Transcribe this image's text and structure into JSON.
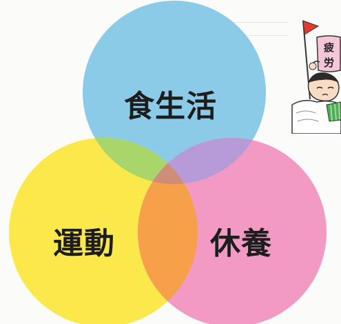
{
  "venn": {
    "top_label": "食生活",
    "left_label": "運動",
    "right_label": "休養",
    "colors": {
      "top": "#8ccbe8",
      "left": "#fbe84a",
      "right": "#f29ac4",
      "overlap_top_left": "#a9d66a",
      "overlap_top_right": "#b79ad8",
      "overlap_left_right": "#f7a04a",
      "overlap_center": "#cf8d78"
    }
  },
  "mascot": {
    "flag_text_1": "疲",
    "flag_text_2": "労",
    "icon": "tired-person-with-flag"
  }
}
